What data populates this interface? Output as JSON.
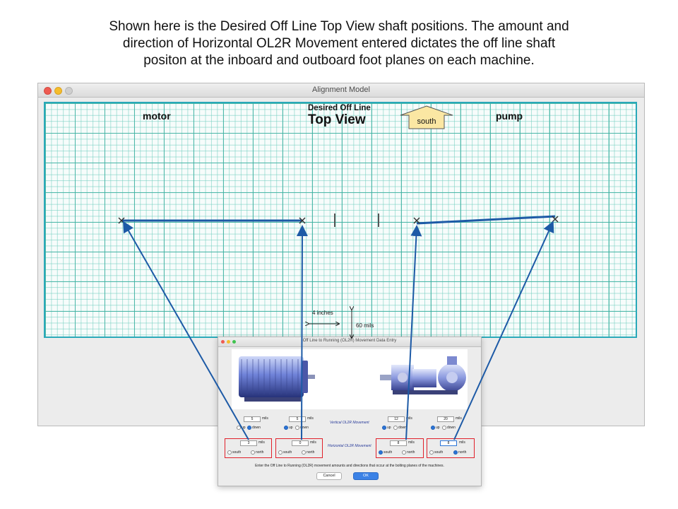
{
  "caption": {
    "line1": "Shown here is the Desired Off Line Top View shaft positions.  The amount and",
    "line2": "direction of Horizontal OL2R Movement entered dictates the off line shaft",
    "line3": "positon at the inboard and outboard foot planes on each machine."
  },
  "main_window": {
    "title": "Alignment Model",
    "motor_label": "motor",
    "pump_label": "pump",
    "view_title_small": "Desired Off Line",
    "view_title_large": "Top View",
    "direction_button": "south",
    "scale_horizontal": "4 inches",
    "scale_vertical": "60 mils"
  },
  "dialog": {
    "title": "Off Line to Running (OL2R) Movement Data Entry",
    "vertical_label": "Vertical OL2R Movement",
    "horizontal_label": "Horizontal OL2R Movement",
    "unit": "mils",
    "vertical": [
      {
        "value": "5",
        "opt_a": "up",
        "opt_b": "down",
        "selected": "down"
      },
      {
        "value": "5",
        "opt_a": "up",
        "opt_b": "down",
        "selected": "up"
      },
      {
        "value": "12",
        "opt_a": "up",
        "opt_b": "down",
        "selected": "up"
      },
      {
        "value": "20",
        "opt_a": "up",
        "opt_b": "down",
        "selected": "up"
      }
    ],
    "horizontal": [
      {
        "value": "3",
        "opt_a": "south",
        "opt_b": "north",
        "selected": "none"
      },
      {
        "value": "0",
        "opt_a": "south",
        "opt_b": "north",
        "selected": "none"
      },
      {
        "value": "8",
        "opt_a": "south",
        "opt_b": "north",
        "selected": "south"
      },
      {
        "value": "8",
        "opt_a": "south",
        "opt_b": "north",
        "selected": "north"
      }
    ],
    "instruction": "Enter the Off Line to Running (OL2R) movement amounts and directions that occur at the bolting planes of the machines.",
    "cancel_label": "Cancel",
    "ok_label": "OK"
  },
  "colors": {
    "grid_border": "#29a9b9",
    "shaft_line": "#1d5aa6",
    "highlight": "#e0202a",
    "ok_button": "#3b82e6"
  }
}
